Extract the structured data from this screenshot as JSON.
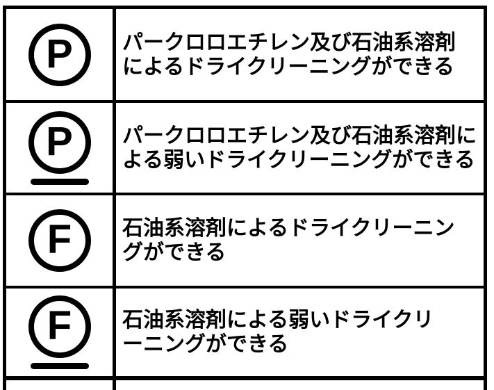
{
  "table": {
    "colors": {
      "foreground": "#000000",
      "background": "#ffffff"
    },
    "rows": [
      {
        "symbol": "circle-P",
        "symbol_letter": "P",
        "underline": false,
        "description": "パークロロエチレン及び石油系溶剤\nによるドライクリーニングができる"
      },
      {
        "symbol": "circle-P-underlined",
        "symbol_letter": "P",
        "underline": true,
        "description": "パークロロエチレン及び石油系溶剤に\nよる弱いドライクリーニングができる"
      },
      {
        "symbol": "circle-F",
        "symbol_letter": "F",
        "underline": false,
        "description": "石油系溶剤によるドライクリーニン\nグができる"
      },
      {
        "symbol": "circle-F-underlined",
        "symbol_letter": "F",
        "underline": true,
        "description": "石油系溶剤による弱いドライクリ\nーニングができる"
      }
    ]
  }
}
